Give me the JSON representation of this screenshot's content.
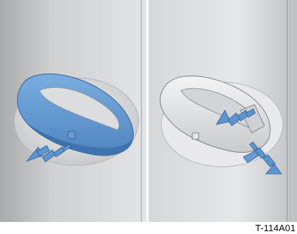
{
  "figure": {
    "code": "T-114A01",
    "panels": [
      {
        "id": "left",
        "highlight_color": "#5f95cf",
        "arrow": "outward"
      },
      {
        "id": "right",
        "highlight_color": "#5f95cf",
        "arrow": "up-and-down"
      }
    ]
  }
}
